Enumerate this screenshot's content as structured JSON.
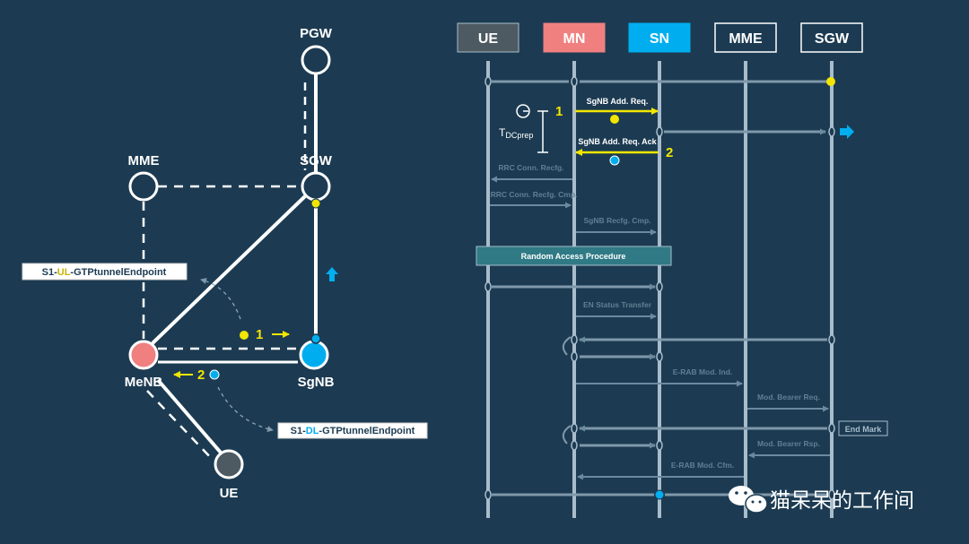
{
  "topology": {
    "nodes": {
      "pgw": "PGW",
      "sgw": "SGW",
      "mme": "MME",
      "menb": "MeNB",
      "sgnb": "SgNB",
      "ue": "UE"
    },
    "ul_endpoint": {
      "prefix": "S1-",
      "highlight": "UL",
      "suffix": "-GTPtunnelEndpoint"
    },
    "dl_endpoint": {
      "prefix": "S1-",
      "highlight": "DL",
      "suffix": "-GTPtunnelEndpoint"
    },
    "step1": "1",
    "step2": "2"
  },
  "sequence": {
    "entities": [
      "UE",
      "MN",
      "SN",
      "MME",
      "SGW"
    ],
    "entity_colors": {
      "UE": "#4d5a62",
      "MN": "#f08080",
      "SN": "#00aeef",
      "MME": "#1c3b52",
      "SGW": "#1c3b52"
    },
    "t_label": "T",
    "t_sub": "DCprep",
    "msg1": "SgNB Add. Req.",
    "msg1_num": "1",
    "msg2": "SgNB Add. Req. Ack",
    "msg2_num": "2",
    "faint_msgs": {
      "rrc_recfg": "RRC Conn. Recfg.",
      "rrc_cmp": "RRC Conn. Recfg. Cmp.",
      "sgnb_cmp": "SgNB Recfg. Cmp.",
      "en_status": "EN Status Transfer",
      "erab_ind": "E-RAB Mod. Ind.",
      "bearer_req": "Mod. Bearer Req.",
      "bearer_rsp": "Mod. Bearer Rsp.",
      "erab_cfm": "E-RAB Mod. Cfm."
    },
    "random_access": "Random Access Procedure",
    "end_mark": "End Mark"
  },
  "colors": {
    "background": "#1c3b52",
    "yellow": "#f2e600",
    "blue": "#00aeef",
    "menb": "#f08080",
    "ue": "#4d5a62",
    "lifeline": "#a9bccb",
    "faint": "#5f7f93"
  },
  "watermark": "猫呆呆的工作间"
}
